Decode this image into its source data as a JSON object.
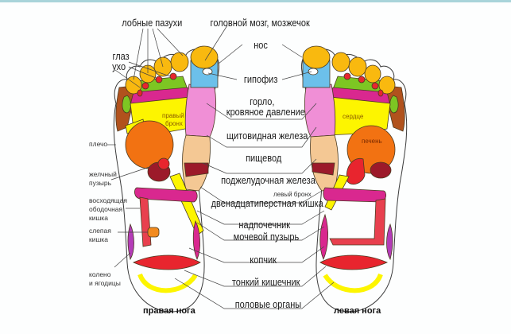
{
  "diagram": {
    "title": "Foot reflexology map",
    "feet": {
      "right": "правая нога",
      "left": "левая нога"
    },
    "center_labels": [
      "головной мозг, мозжечок",
      "нос",
      "гипофиз",
      "горло,",
      "кровяное давление",
      "щитовидная железа",
      "пищевод",
      "поджелудочная железа",
      "левый бронх",
      "двенадцатиперстная кишка",
      "надпочечник",
      "мочевой пузырь",
      "копчик",
      "тонкий кишечник",
      "половые органы"
    ],
    "left_labels": {
      "frontal_sinuses": "лобные пазухи",
      "eye": "глаз",
      "ear": "ухо",
      "shoulder": "плечо",
      "gallbladder_1": "желчный",
      "gallbladder_2": "пузырь",
      "ascending_colon_1": "восходящая",
      "ascending_colon_2": "ободочная",
      "ascending_colon_3": "кишка",
      "cecum_1": "слепая",
      "cecum_2": "кишка",
      "knee_1": "колено",
      "knee_2": "и ягодицы"
    },
    "inner_labels": {
      "right_bronchus_1": "правый",
      "right_bronchus_2": "бронх",
      "heart": "сердце",
      "liver": "печень"
    },
    "colors": {
      "toe": "#f9b90f",
      "nose_brain": "#6cc0ea",
      "throat": "#f08fd6",
      "lung_green": "#7dc623",
      "magenta": "#d9288f",
      "yellow": "#fdf500",
      "liver_orange": "#f27212",
      "peach": "#f4c894",
      "dark_red": "#9c1a2a",
      "red": "#e8252e",
      "purple": "#b43cb8",
      "brown": "#b1521d",
      "colon_red": "#e8404e"
    }
  }
}
